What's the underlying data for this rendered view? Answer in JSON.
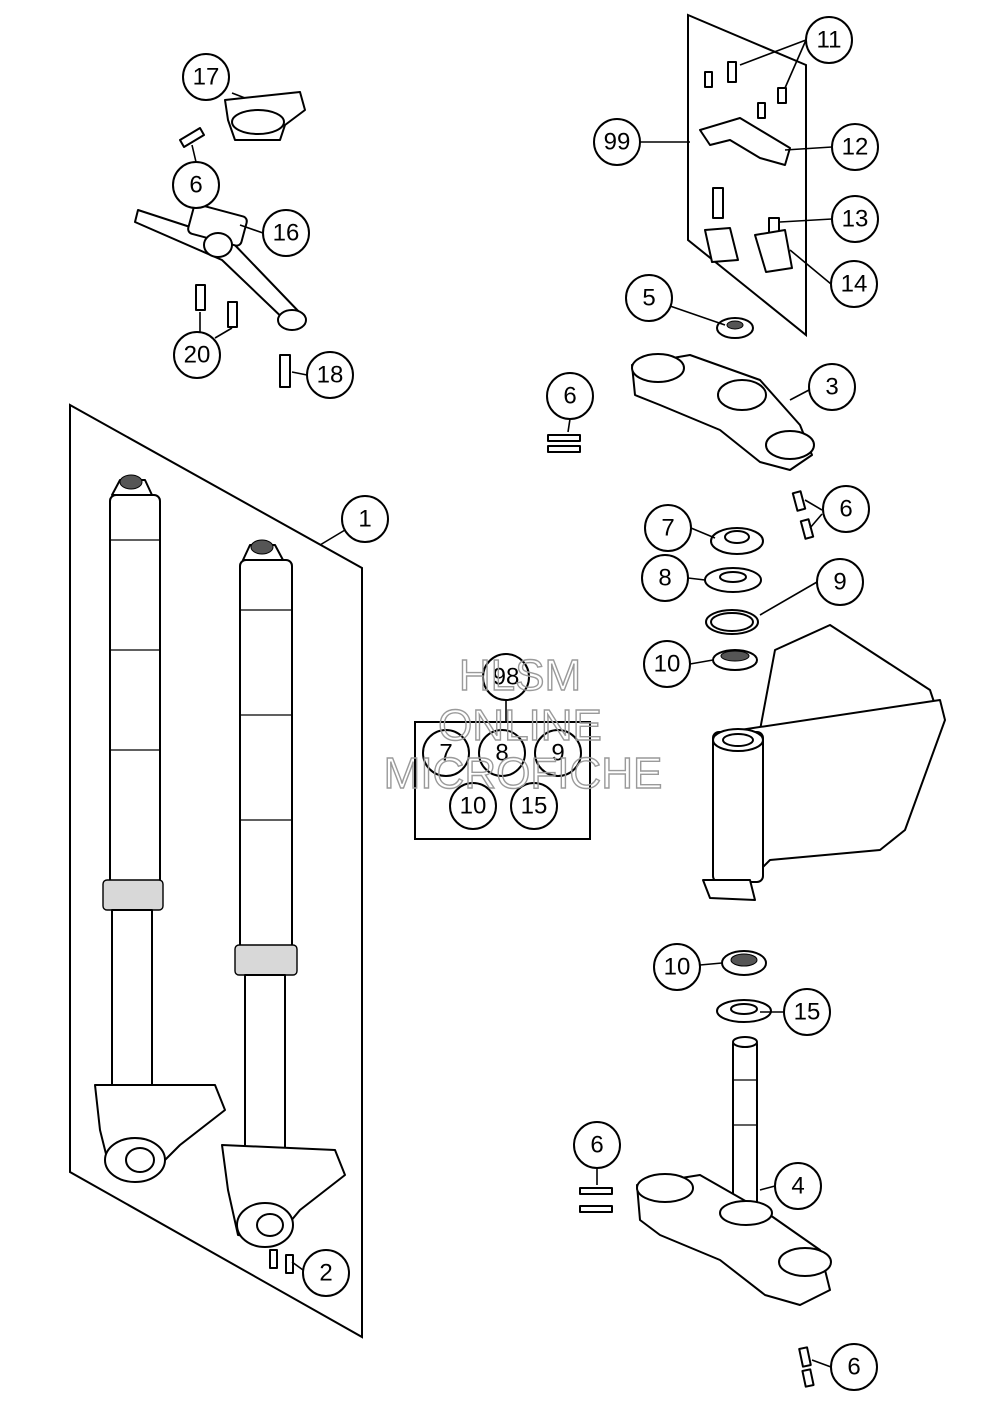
{
  "callouts": {
    "c1": "1",
    "c2": "2",
    "c3": "3",
    "c4": "4",
    "c5": "5",
    "c6a": "6",
    "c6b": "6",
    "c6c": "6",
    "c6d": "6",
    "c6e": "6",
    "c7": "7",
    "c8": "8",
    "c9": "9",
    "c10a": "10",
    "c10b": "10",
    "c11": "11",
    "c12": "12",
    "c13": "13",
    "c14": "14",
    "c15": "15",
    "c16": "16",
    "c17": "17",
    "c18": "18",
    "c20": "20",
    "c99": "99"
  },
  "kit_98": {
    "label": "98",
    "items": [
      "7",
      "8",
      "9",
      "10",
      "15"
    ]
  },
  "watermark": {
    "line1": "HLSM",
    "line2": "ONLINE",
    "line3": "MICROFICHE"
  }
}
